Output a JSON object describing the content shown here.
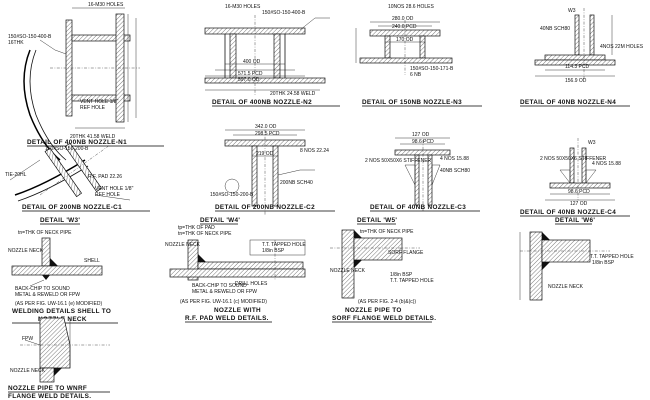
{
  "titles": {
    "n1": "DETAIL OF 400NB NOZZLE-N1",
    "n2": "DETAIL OF 400NB NOZZLE-N2",
    "n3": "DETAIL OF 150NB NOZZLE-N3",
    "n4": "DETAIL OF 40NB NOZZLE-N4",
    "c1": "DETAIL OF 200NB NOZZLE-C1",
    "c2": "DETAIL OF 200NB NOZZLE-C2",
    "c3": "DETAIL OF 40NB NOZZLE-C3",
    "c4": "DETAIL OF 40NB NOZZLE-C4",
    "w3": "DETAIL 'W3'",
    "w4": "DETAIL 'W4'",
    "w5": "DETAIL 'W5'",
    "w6": "DETAIL 'W6'",
    "shell_weld_1": "WELDING DETAILS SHELL TO",
    "shell_weld_2": "NOZZLE NECK",
    "rf_pad_1": "NOZZLE WITH",
    "rf_pad_2": "R.F. PAD WELD DETAILS.",
    "sorf_1": "NOZZLE PIPE TO",
    "sorf_2": "SORF FLANGE WELD DETAILS.",
    "wnrf_1": "NOZZLE PIPE TO WNRF",
    "wnrf_2": "FLANGE WELD DETAILS."
  },
  "notes": {
    "n1_holes": "16-M30 HOLES",
    "n1_flange": "150#SO-150-400-B",
    "n1_neck": "16THK",
    "n1_vent": "VENT HOLE 1/8\"",
    "n1_ref": "REF HOLE",
    "n1_pad": "20THK 41.58 WELD",
    "n2_holes": "16-M30 HOLES",
    "n2_flange": "150#SO-150-400-B",
    "n2_dim1": "400 OD",
    "n2_dim2": "571.5 PCD",
    "n2_dim3": "597.0 OD",
    "n2_pad": "20THK 24.58 WELD",
    "n3_holes": "10NOS 28.6 HOLES",
    "n3_dim1": "280.0 OD",
    "n3_dim2": "240.0 PCD",
    "n3_dim3": "170 OD",
    "n3_flange": "150#SO-150-171-B",
    "n3_pipe": "6 NB",
    "n4_mark": "W3",
    "n4_pipe": "40NB SCH80",
    "n4_dim1": "114.3 PCD",
    "n4_dim2": "156.9 OD",
    "n4_holes": "4NOS 22M HOLES",
    "c1_flange": "150#SO-150-200-B",
    "c1_pad": "R.F. PAD 22.26",
    "c1_vent": "VENT HOLE 1/8\"",
    "c1_ref": "REF HOLE",
    "c1_lug": "TIE-20HL",
    "c2_dim1": "342.0 OD",
    "c2_dim2": "298.5 PCD",
    "c2_dim3": "219 OD",
    "c2_holes": "8 NOS 22.24",
    "c2_pipe": "200NB SCH40",
    "c2_flange": "150#SO-150-200-B",
    "c3_dim1": "127 OD",
    "c3_dim2": "98.6 PCD",
    "c3_holes": "4 NOS 15.88",
    "c3_pipe": "40NB SCH80",
    "c3_stiff": "2 NOS 50X50X6 STIFFENER",
    "c4_mark": "W3",
    "c4_holes": "4 NOS 15.88",
    "c4_dim1": "98.6 PCD",
    "c4_dim2": "127 OD",
    "c4_stiff": "2 NOS 50X50X6 STIFFENER",
    "w3_tn": "tn=THK OF NECK PIPE",
    "w3_neck": "NOZZLE NECK",
    "w3_shell": "SHELL",
    "w3_note1": "BACK-CHIP TO SOUND",
    "w3_note2": "METAL & REWELD OR FPW",
    "w3_ref": "(AS PER FIG. UW-16.1 (e) MODIFIED)",
    "w4_tp": "tp=THK OF PAD",
    "w4_tn": "tn=THK OF NECK PIPE",
    "w4_neck": "NOZZLE NECK",
    "w4_tapped": "T.T. TAPPED HOLE",
    "w4_bsp": "1/8in BSP",
    "w4_drill": "DRILL HOLES",
    "w4_note1": "BACK-CHIP TO SOUND",
    "w4_note2": "METAL & REWELD OR FPW",
    "w4_ref": "(AS PER FIG. UW-16.1 (c) MODIFIED)",
    "w5_tn": "tn=THK OF NECK PIPE",
    "w5_neck": "NOZZLE NECK",
    "w5_flange": "SORF FLANGE",
    "w5_bsp": "1/8in BSP",
    "w5_tapped": "T.T. TAPPED HOLE",
    "w5_ref": "(AS PER FIG. 2-4 (b)&(c))",
    "w6_neck": "NOZZLE NECK",
    "w6_tapped": "T.T. TAPPED HOLE",
    "w6_bsp": "1/8in BSP",
    "wn_fpw": "FPW",
    "wn_neck": "NOZZLE NECK"
  }
}
